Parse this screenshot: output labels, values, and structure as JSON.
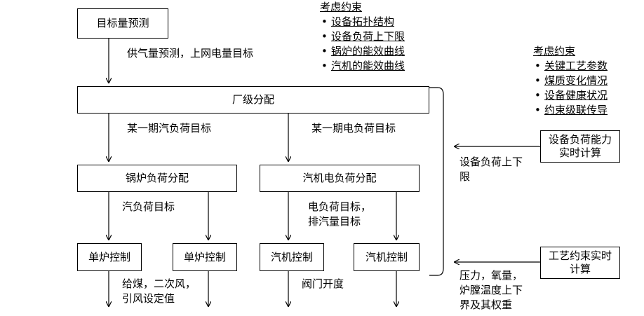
{
  "boxes": {
    "target_forecast": "目标量预测",
    "plant_allocation": "厂级分配",
    "boiler_allocation": "锅炉负荷分配",
    "turbine_allocation": "汽机电负荷分配",
    "boiler_ctrl_1": "单炉控制",
    "boiler_ctrl_2": "单炉控制",
    "turbine_ctrl_1": "汽机控制",
    "turbine_ctrl_2": "汽机控制",
    "capacity_calc": "设备负荷能力实时计算",
    "process_calc": "工艺约束实时计算"
  },
  "labels": {
    "supply_target": "供气量预测，上网电量目标",
    "steam_target": "某一期汽负荷目标",
    "electric_target": "某一期电负荷目标",
    "boiler_steam_target": "汽负荷目标",
    "turbine_targets_line1": "电负荷目标，",
    "turbine_targets_line2": "排汽量目标",
    "boiler_outputs_line1": "给煤，二次风，",
    "boiler_outputs_line2": "引风设定值",
    "valve_opening": "阀门开度",
    "capacity_limits_line1": "设备负荷上下",
    "capacity_limits_line2": "限",
    "process_outputs_line1": "压力，氧量，",
    "process_outputs_line2": "炉膛温度上下",
    "process_outputs_line3": "界及其权重"
  },
  "constraints_top": {
    "title": "考虑约束",
    "items": [
      "设备拓扑结构",
      "设备负荷上下限",
      "锅炉的能效曲线",
      "汽机的能效曲线"
    ]
  },
  "constraints_right": {
    "title": "考虑约束",
    "items": [
      "关键工艺参数",
      "煤质变化情况",
      "设备健康状况",
      "约束级联传导"
    ]
  }
}
